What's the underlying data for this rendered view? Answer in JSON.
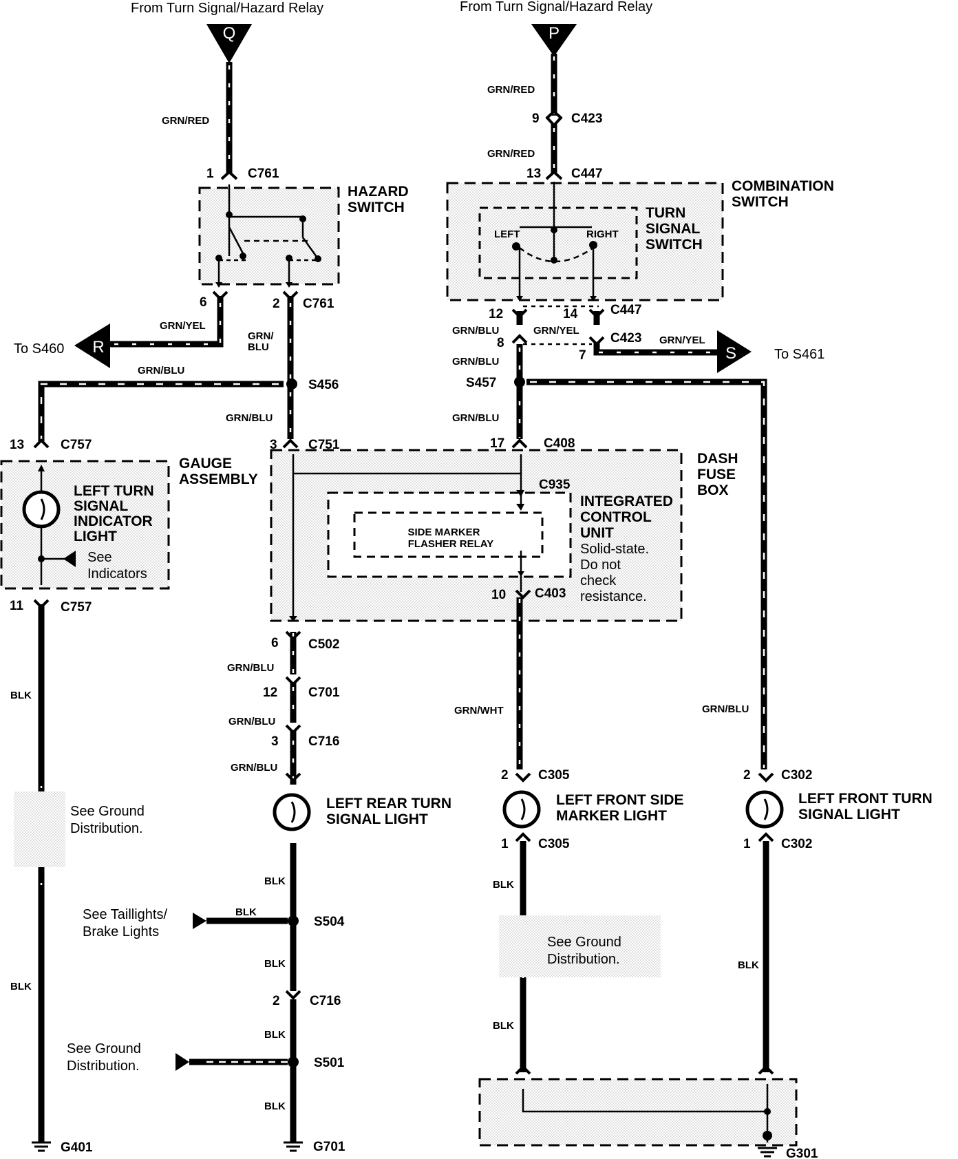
{
  "top_left": {
    "from": "From Turn Signal/Hazard Relay",
    "connector": "Q",
    "wire": "GRN/RED",
    "pin": "1",
    "conn": "C761"
  },
  "top_right": {
    "from": "From Turn Signal/Hazard Relay",
    "connector": "P",
    "wire1": "GRN/RED",
    "pin1": "9",
    "conn1": "C423",
    "wire2": "GRN/RED",
    "pin2": "13",
    "conn2": "C447"
  },
  "hazard_switch": {
    "line1": "HAZARD",
    "line2": "SWITCH",
    "pin6": "6",
    "pin2": "2",
    "conn": "C761"
  },
  "combination_switch": {
    "line1": "COMBINATION",
    "line2": "SWITCH",
    "turn1": "TURN",
    "turn2": "SIGNAL",
    "turn3": "SWITCH",
    "left": "LEFT",
    "right": "RIGHT"
  },
  "left_branch": {
    "to": "To S460",
    "tag": "R",
    "wire": "GRN/YEL",
    "wire_hazard_l1": "GRN/",
    "wire_hazard_l2": "BLU",
    "wire_blu": "GRN/BLU",
    "splice": "S456"
  },
  "right_branch": {
    "pin12": "12",
    "pin14": "14",
    "conn447": "C447",
    "wire_blu": "GRN/BLU",
    "wire_yel": "GRN/YEL",
    "pin8": "8",
    "pin7": "7",
    "conn423": "C423",
    "wire_yel2": "GRN/YEL",
    "tag": "S",
    "to": "To S461",
    "wire_blu2": "GRN/BLU",
    "splice": "S457",
    "wire_blu3": "GRN/BLU"
  },
  "gauge": {
    "pin13": "13",
    "conn": "C757",
    "title1": "GAUGE",
    "title2": "ASSEMBLY",
    "l1": "LEFT TURN",
    "l2": "SIGNAL",
    "l3": "INDICATOR",
    "l4": "LIGHT",
    "see1": "See",
    "see2": "Indicators",
    "pin11": "11",
    "conn2": "C757"
  },
  "center": {
    "wire": "GRN/BLU",
    "pin3": "3",
    "conn751": "C751",
    "pin17": "17",
    "conn408": "C408",
    "conn935": "C935",
    "dash1": "DASH",
    "dash2": "FUSE",
    "dash3": "BOX",
    "icu1": "INTEGRATED",
    "icu2": "CONTROL",
    "icu3": "UNIT",
    "icu4": "Solid-state.",
    "icu5": "Do not",
    "icu6": "check",
    "icu7": "resistance.",
    "relay1": "SIDE MARKER",
    "relay2": "FLASHER RELAY",
    "pin10": "10",
    "conn403": "C403"
  },
  "rear": {
    "pin6": "6",
    "conn502": "C502",
    "w1": "GRN/BLU",
    "pin12": "12",
    "conn701": "C701",
    "w2": "GRN/BLU",
    "pin3": "3",
    "conn716": "C716",
    "w3": "GRN/BLU",
    "light1": "LEFT REAR TURN",
    "light2": "SIGNAL LIGHT",
    "w4": "BLK",
    "tail1": "See Taillights/",
    "tail2": "Brake Lights",
    "w5": "BLK",
    "s504": "S504",
    "w6": "BLK",
    "pin2": "2",
    "conn716b": "C716",
    "w7": "BLK",
    "gd1": "See Ground",
    "gd2": "Distribution.",
    "s501": "S501",
    "w8": "BLK",
    "ground": "G701"
  },
  "left_col": {
    "w1": "BLK",
    "gd1": "See Ground",
    "gd2": "Distribution.",
    "w2": "BLK",
    "ground": "G401"
  },
  "side_marker": {
    "wire": "GRN/WHT",
    "pin2": "2",
    "conn": "C305",
    "light1": "LEFT FRONT SIDE",
    "light2": "MARKER LIGHT",
    "pin1": "1",
    "conn2": "C305",
    "w1": "BLK",
    "gd1": "See Ground",
    "gd2": "Distribution.",
    "w2": "BLK"
  },
  "front_turn": {
    "wire": "GRN/BLU",
    "pin2": "2",
    "conn": "C302",
    "light1": "LEFT FRONT TURN",
    "light2": "SIGNAL LIGHT",
    "pin1": "1",
    "conn2": "C302",
    "w1": "BLK",
    "ground": "G301"
  }
}
